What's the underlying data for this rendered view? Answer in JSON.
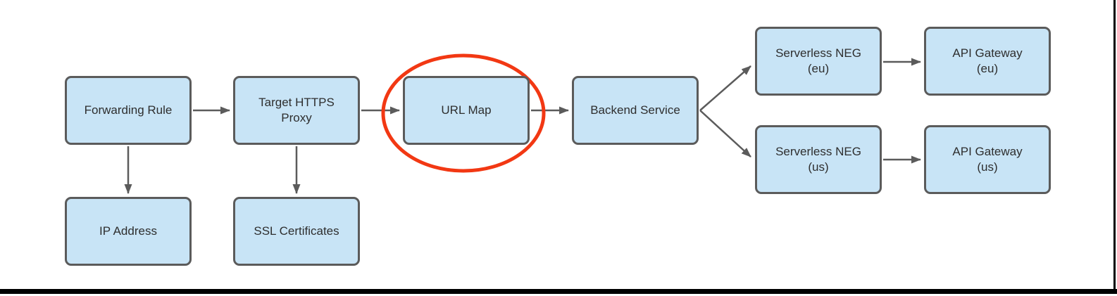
{
  "colors": {
    "background": "#FFFFFF",
    "box_fill": "#C8E4F6",
    "box_border": "#5B5B5B",
    "arrow": "#5B5B5B",
    "text": "#2E2E2E",
    "highlight_ellipse": "#F23813",
    "frame_bar": "#000000"
  },
  "diagram": {
    "nodes": [
      {
        "id": "forwarding-rule",
        "label": "Forwarding Rule",
        "lines": [
          "Forwarding Rule"
        ]
      },
      {
        "id": "target-https-proxy",
        "label": "Target HTTPS Proxy",
        "lines": [
          "Target HTTPS",
          "Proxy"
        ]
      },
      {
        "id": "url-map",
        "label": "URL Map",
        "lines": [
          "URL Map"
        ],
        "highlighted": true
      },
      {
        "id": "backend-service",
        "label": "Backend Service",
        "lines": [
          "Backend Service"
        ]
      },
      {
        "id": "serverless-neg-eu",
        "label": "Serverless NEG (eu)",
        "lines": [
          "Serverless NEG",
          "(eu)"
        ]
      },
      {
        "id": "api-gateway-eu",
        "label": "API Gateway (eu)",
        "lines": [
          "API Gateway",
          "(eu)"
        ]
      },
      {
        "id": "serverless-neg-us",
        "label": "Serverless NEG (us)",
        "lines": [
          "Serverless NEG",
          "(us)"
        ]
      },
      {
        "id": "api-gateway-us",
        "label": "API Gateway (us)",
        "lines": [
          "API Gateway",
          "(us)"
        ]
      },
      {
        "id": "ip-address",
        "label": "IP Address",
        "lines": [
          "IP Address"
        ]
      },
      {
        "id": "ssl-certificates",
        "label": "SSL Certificates",
        "lines": [
          "SSL Certificates"
        ]
      }
    ],
    "edges": [
      {
        "from": "Forwarding Rule",
        "to": "Target HTTPS Proxy"
      },
      {
        "from": "Target HTTPS Proxy",
        "to": "URL Map"
      },
      {
        "from": "URL Map",
        "to": "Backend Service"
      },
      {
        "from": "Backend Service",
        "to": "Serverless NEG (eu)"
      },
      {
        "from": "Backend Service",
        "to": "Serverless NEG (us)"
      },
      {
        "from": "Serverless NEG (eu)",
        "to": "API Gateway (eu)"
      },
      {
        "from": "Serverless NEG (us)",
        "to": "API Gateway (us)"
      },
      {
        "from": "Forwarding Rule",
        "to": "IP Address"
      },
      {
        "from": "Target HTTPS Proxy",
        "to": "SSL Certificates"
      }
    ],
    "annotation": {
      "shape": "ellipse",
      "around": "URL Map",
      "color": "#F23813"
    }
  }
}
